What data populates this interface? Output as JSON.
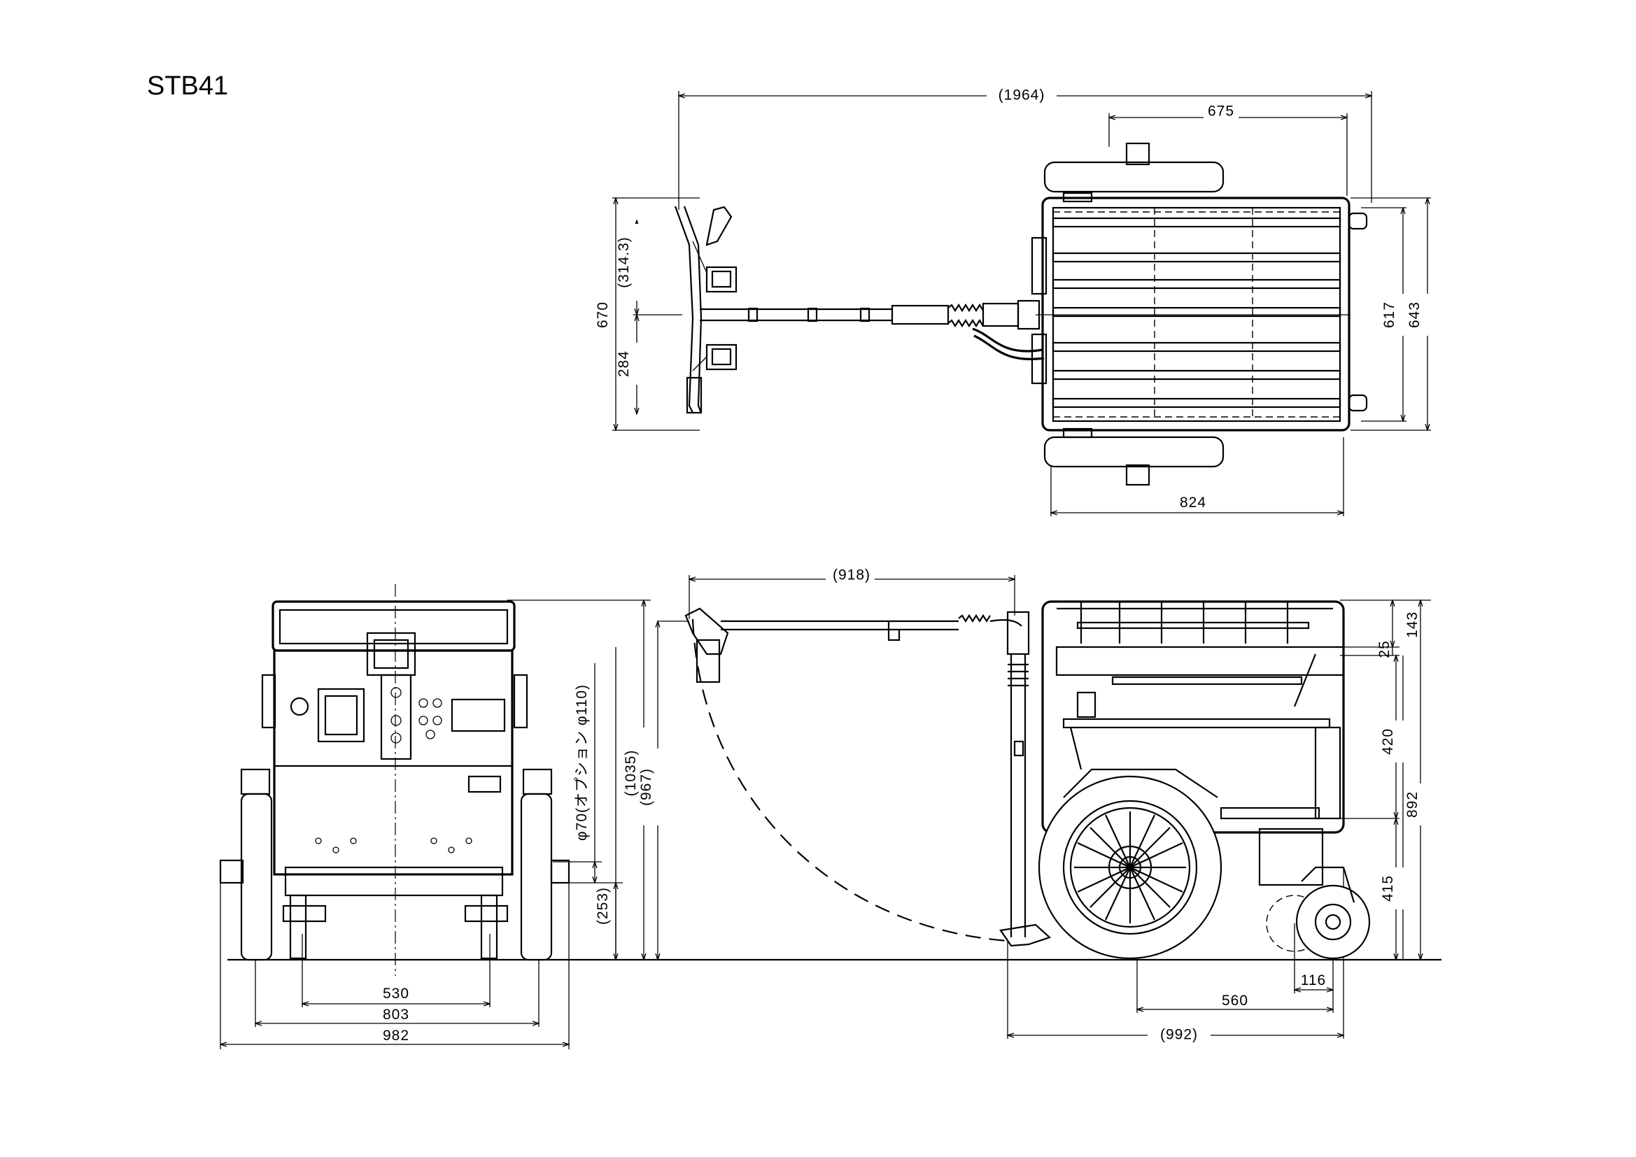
{
  "title": "STB41",
  "top_view": {
    "overall_length": "(1964)",
    "deck_length": "675",
    "body_length": "824",
    "handle_width": "670",
    "handle_upper": "(314.3)",
    "handle_lower": "284",
    "inner_width": "617",
    "outer_width": "643"
  },
  "front_view": {
    "track_inner": "530",
    "track_mid": "803",
    "overall_width": "982",
    "height_overall": "(1035)",
    "handle_height": "(967)",
    "axle_height": "(253)",
    "axle_diameter": "φ70(オプション φ110)"
  },
  "side_view": {
    "handle_reach": "(918)",
    "wheelbase": "560",
    "caster_offset": "116",
    "overall_length": "(992)",
    "rail_height": "143",
    "rail_gap": "25",
    "mid_height": "420",
    "body_height": "892",
    "lower_height": "415"
  }
}
